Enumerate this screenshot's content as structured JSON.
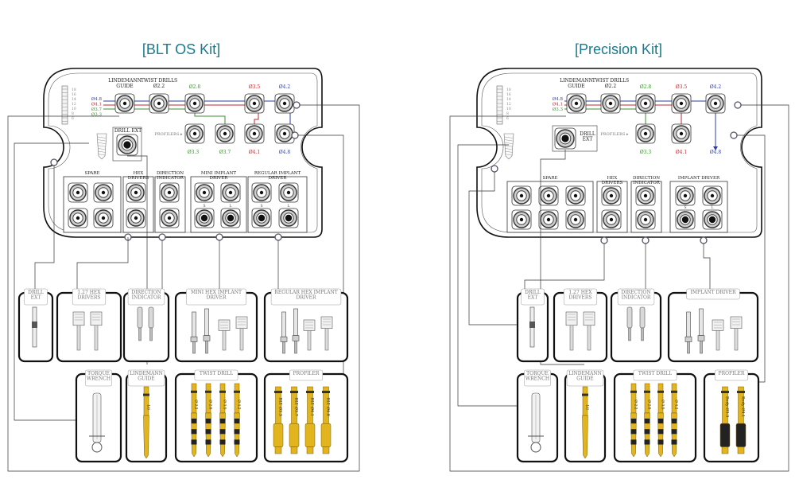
{
  "kits": [
    {
      "id": "blt",
      "title": "[BLT OS Kit]",
      "labels": {
        "lindemann": [
          "LINDEMANN",
          "GUIDE"
        ],
        "twist": [
          "TWIST DRILLS",
          "Ø2.2"
        ],
        "d28": "Ø2.8",
        "d35": "Ø3.5",
        "d42": "Ø4.2",
        "d33": "Ø3.3",
        "d37": "Ø3.7",
        "d41": "Ø4.1",
        "d48": "Ø4.8",
        "profilers": "PROFILERS",
        "drill_ext": "DRILL EXT",
        "left_sizes": [
          "Ø4.8",
          "Ø4.1",
          "Ø3.7",
          "Ø3.3"
        ],
        "gauge": [
          "18",
          "16",
          "14",
          "12",
          "10",
          "8",
          "6"
        ]
      },
      "tray_groups": [
        "SPARE",
        "HEX\nDRIVERS",
        "DIRECTION\nINDICATOR",
        "MINI IMPLANT\nDRIVER",
        "REGULAR IMPLANT\nDRIVER"
      ],
      "sub_marks": [
        "S",
        "L",
        "S",
        "L"
      ],
      "row1_boxes": [
        "DRILL\nEXT",
        "1.27 HEX\nDRIVERS",
        "DIRECTION\nINDICATOR",
        "MINI HEX IMPLANT\nDRIVER",
        "REGULAR HEX IMPLANT\nDRIVER"
      ],
      "row2_boxes": [
        "TORQUE\nWRENCH",
        "LINDEMANN\nGUIDE",
        "TWIST DRILL",
        "PROFILER"
      ],
      "drill_marks": [
        "Ø 2.2",
        "Ø 2.8",
        "Ø 3.5",
        "Ø 4.2"
      ],
      "profiler_marks": [
        "BLT Ø3.3",
        "BLT Ø3.7",
        "BLT Ø4.1",
        "BLT Ø4.8"
      ],
      "guide_mark": "LG"
    },
    {
      "id": "precision",
      "title": "[Precision Kit]",
      "labels": {
        "lindemann": [
          "LINDEMANN",
          "GUIDE"
        ],
        "twist": [
          "TWIST DRILLS",
          "Ø2.2"
        ],
        "d28": "Ø2.8",
        "d35": "Ø3.5",
        "d42": "Ø4.2",
        "d33": "Ø3.3",
        "d41": "Ø4.1",
        "d48": "Ø4.8",
        "profilers": "PROFILERS",
        "drill_ext": "DRILL\nEXT",
        "left_sizes": [
          "Ø4.8",
          "Ø4.1",
          "Ø3.3"
        ],
        "gauge": [
          "18",
          "16",
          "14",
          "12",
          "10",
          "8",
          "6"
        ]
      },
      "tray_groups": [
        "SPARE",
        "HEX\nDRIVERS",
        "DIRECTION\nINDICATOR",
        "IMPLANT DRIVER"
      ],
      "sub_marks": [
        "S",
        "L"
      ],
      "row1_boxes": [
        "DRILL\nEXT",
        "1.27 HEX\nDRIVERS",
        "DIRECTION\nINDICATOR",
        "IMPLANT DRIVER"
      ],
      "row2_boxes": [
        "TORQUE\nWRENCH",
        "LINDEMANN\nGUIDE",
        "TWIST DRILL",
        "PROFILER"
      ],
      "drill_marks": [
        "Ø 2.2",
        "Ø 2.8",
        "Ø 3.5",
        "Ø 4.2"
      ],
      "profiler_marks": [
        "Body Ø3.3",
        "Body Ø4.1"
      ],
      "guide_mark": "LG"
    }
  ],
  "colors": {
    "blue": "#2e3d9c",
    "red": "#c0272d",
    "green": "#3a8f2e",
    "title": "#1a7a8e",
    "gold": "#e2b51f"
  }
}
